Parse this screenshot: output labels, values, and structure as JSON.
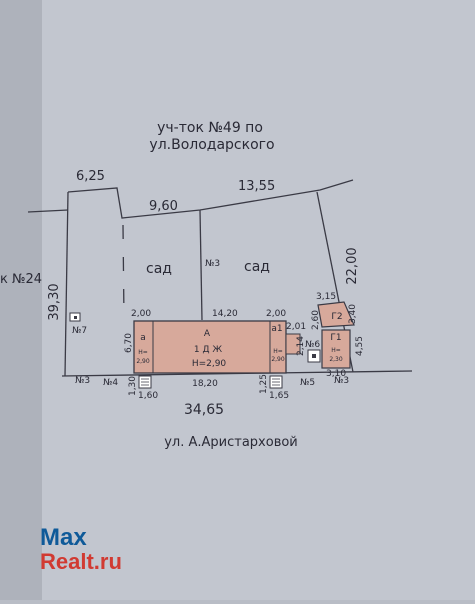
{
  "header": {
    "line1": "уч-ток №49 по",
    "line2": "ул.Володарского"
  },
  "footer": {
    "street": "ул. А.Аристарховой"
  },
  "left_label": "к №24",
  "dimensions": {
    "top_left": "6,25",
    "top_mid": "9,60",
    "top_right": "13,55",
    "right_diag": "22,00",
    "left_side": "39,30",
    "bottom_total": "34,65",
    "house_top_left": "2,00",
    "house_top_mid": "14,20",
    "house_top_right": "2,00",
    "house_left": "6,70",
    "house_bottom": "18,20",
    "g2_top": "3,15",
    "g2_side": "3,40",
    "g2_left": "2,60",
    "g1_side": "4,55",
    "g1_bottom": "3,10",
    "a1_top": "2,01",
    "a1_side": "2,14",
    "stair_left_w": "1,60",
    "stair_left_h": "1,30",
    "stair_right_w": "1,65",
    "stair_right_h": "1,25"
  },
  "labels": {
    "garden_left": "сад",
    "garden_right": "сад",
    "n3_mid": "№3",
    "n7": "№7",
    "n3_left": "№3",
    "n4": "№4",
    "n5": "№5",
    "n3_right": "№3",
    "n6": "№6"
  },
  "rooms": {
    "main_letter": "А",
    "main_name": "1 Д Ж",
    "main_h": "Н=2,90",
    "left_letter": "а",
    "left_h1": "Н=",
    "left_h2": "2,90",
    "a1_letter": "а1",
    "a1_h1": "Н=",
    "a1_h2": "2,90",
    "g1_letter": "Г1",
    "g1_h1": "Н=",
    "g1_h2": "2,30",
    "g2_letter": "Г2"
  },
  "watermark": {
    "line1": "Max",
    "line2": "Realt.ru"
  }
}
